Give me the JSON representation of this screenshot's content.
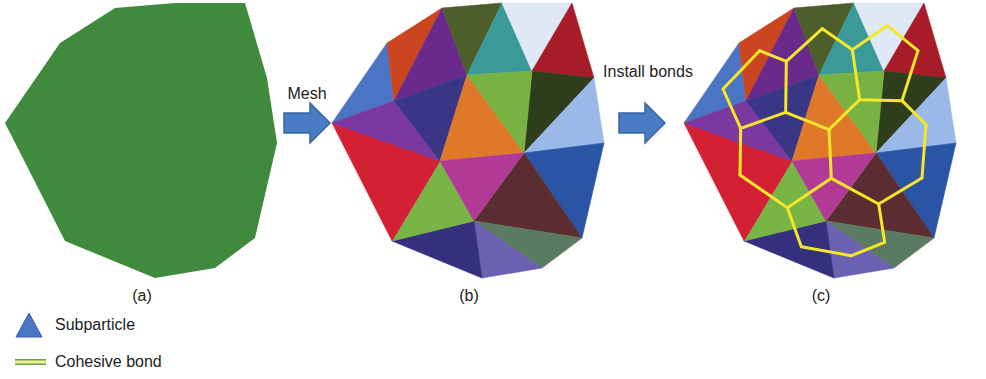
{
  "diagram": {
    "labels": [
      "Mesh",
      "Install bonds",
      "(a)",
      "(b)",
      "(c)"
    ],
    "legend": [
      {
        "text": "Subparticle"
      },
      {
        "text": "Cohesive bond"
      }
    ]
  }
}
